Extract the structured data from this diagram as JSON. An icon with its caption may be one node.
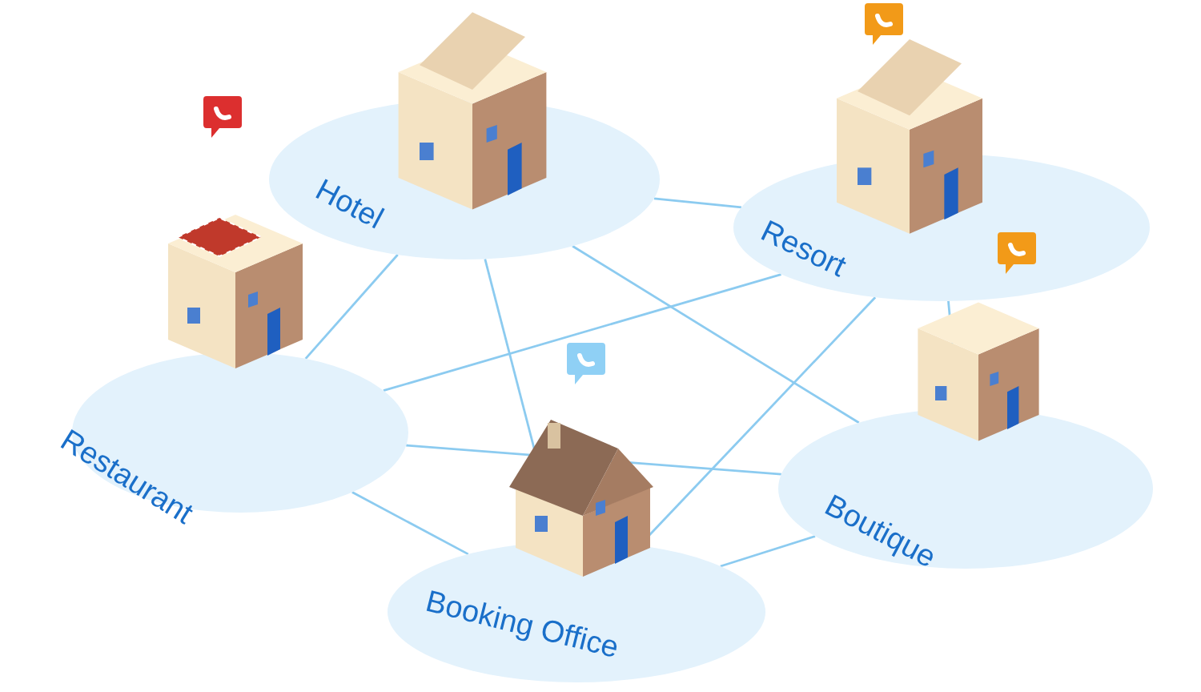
{
  "diagram": {
    "nodes": [
      {
        "text": [
          "Hotel"
        ]
      },
      {
        "text": [
          "Resort"
        ]
      },
      {
        "text": [
          "Restaurant"
        ]
      },
      {
        "text": [
          "Boutique"
        ]
      },
      {
        "text": [
          "Booking Office"
        ]
      }
    ],
    "edges": [
      {
        "from": 0,
        "to": 1,
        "arrow": "none"
      },
      {
        "from": 0,
        "to": 2,
        "arrow": "none"
      },
      {
        "from": 0,
        "to": 4,
        "arrow": "none"
      },
      {
        "from": 0,
        "to": 3,
        "arrow": "none"
      },
      {
        "from": 1,
        "to": 2,
        "arrow": "none"
      },
      {
        "from": 1,
        "to": 4,
        "arrow": "none"
      },
      {
        "from": 1,
        "to": 3,
        "arrow": "none"
      },
      {
        "from": 2,
        "to": 3,
        "arrow": "none"
      },
      {
        "from": 2,
        "to": 4,
        "arrow": "none"
      },
      {
        "from": 4,
        "to": 3,
        "arrow": "none"
      }
    ]
  }
}
